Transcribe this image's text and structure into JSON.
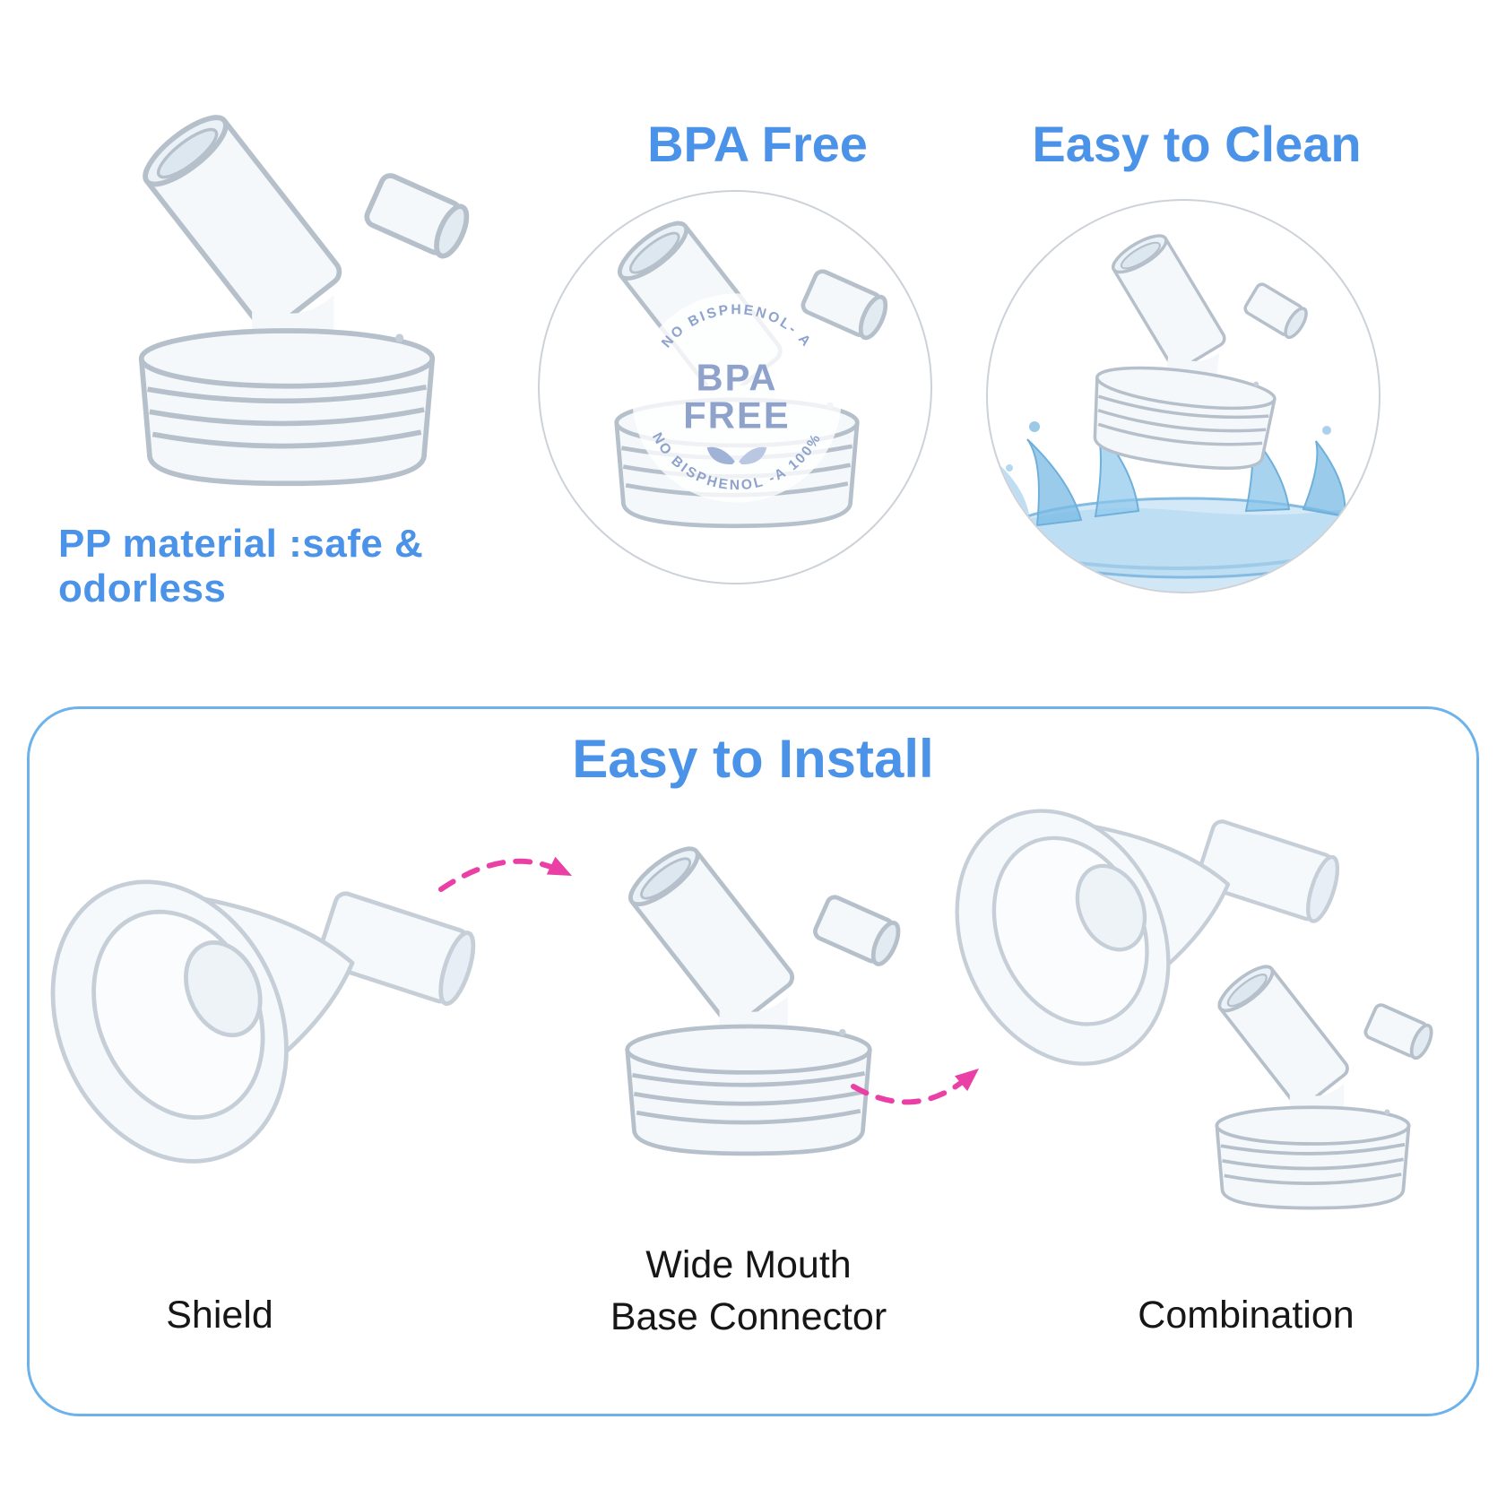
{
  "colors": {
    "heading_blue": "#4b93e8",
    "box_border": "#6db2ec",
    "arrow_pink": "#ea3fa5",
    "label_dark": "#161616",
    "badge_text_blue": "#8ea2cc"
  },
  "top_section": {
    "pp_caption": "PP material :safe & odorless",
    "bpa": {
      "heading": "BPA Free",
      "badge_arc_top": "NO BISPHENOL- A",
      "badge_line1": "BPA",
      "badge_line2": "FREE",
      "badge_arc_bottom": "NO BISPHENOL -A 100%"
    },
    "clean": {
      "heading": "Easy to Clean"
    }
  },
  "install_section": {
    "title": "Easy to Install",
    "shield_label": "Shield",
    "connector_label": "Wide Mouth\nBase Connector",
    "combination_label": "Combination"
  }
}
